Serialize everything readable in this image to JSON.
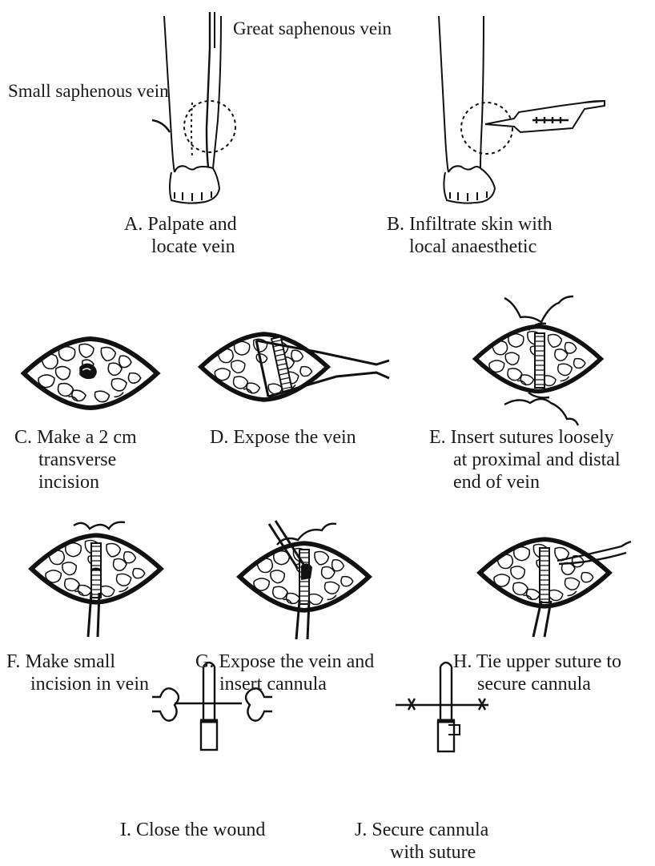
{
  "labels": {
    "great_saphenous": [
      "Great",
      "saphenous vein"
    ],
    "small_saphenous": [
      "Small",
      "saphenous vein"
    ]
  },
  "steps": [
    {
      "letter": "A.",
      "lines": [
        "Palpate and",
        "locate vein"
      ]
    },
    {
      "letter": "B.",
      "lines": [
        "Infiltrate skin with",
        "local anaesthetic"
      ]
    },
    {
      "letter": "C.",
      "lines": [
        "Make a 2 cm",
        "transverse",
        "incision"
      ]
    },
    {
      "letter": "D.",
      "lines": [
        "Expose the vein"
      ]
    },
    {
      "letter": "E.",
      "lines": [
        "Insert sutures loosely",
        "at proximal and distal",
        "end of vein"
      ]
    },
    {
      "letter": "F.",
      "lines": [
        "Make small",
        "incision in vein"
      ]
    },
    {
      "letter": "G.",
      "lines": [
        "Expose the vein and",
        "insert cannula"
      ]
    },
    {
      "letter": "H.",
      "lines": [
        "Tie upper suture to",
        "secure cannula"
      ]
    },
    {
      "letter": "I.",
      "lines": [
        "Close the wound"
      ]
    },
    {
      "letter": "J.",
      "lines": [
        "Secure cannula",
        "with suture"
      ]
    }
  ]
}
